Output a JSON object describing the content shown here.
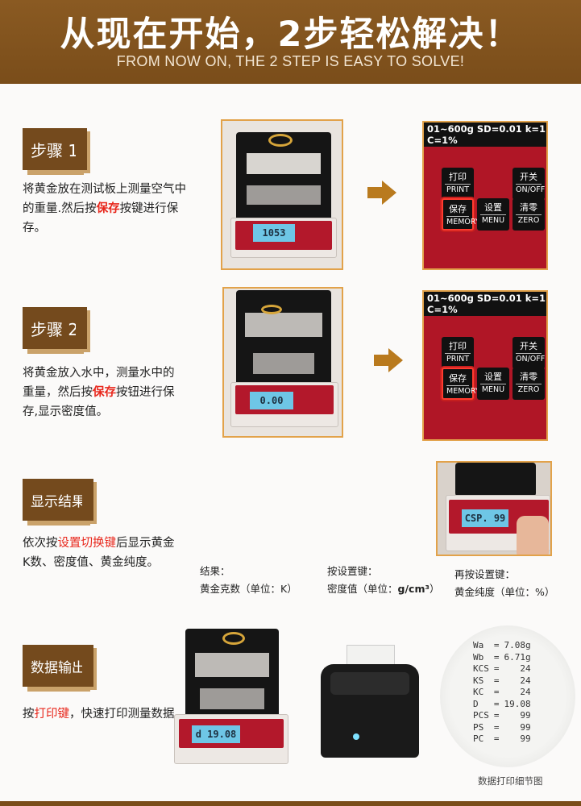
{
  "header": {
    "title": "从现在开始，2步轻松解决！",
    "subtitle": "FROM NOW ON, THE 2 STEP IS EASY TO SOLVE!"
  },
  "step1": {
    "badge": "步骤 1",
    "desc_a": "将黄金放在测试板上测量空气中的重量.然后按",
    "desc_hl": "保存",
    "desc_b": "按键进行保存。",
    "lcd": "1053",
    "keypad": {
      "topbar": "01~600g SD=0.01  k=1  C=1%",
      "keys": [
        {
          "top": "打印",
          "bottom": "PRINT"
        },
        {
          "top": "开关",
          "bottom": "ON/OFF"
        },
        {
          "top": "保存",
          "bottom": "MEMORY"
        },
        {
          "top": "设置",
          "bottom": "MENU"
        },
        {
          "top": "清零",
          "bottom": "ZERO"
        }
      ]
    }
  },
  "step2": {
    "badge": "步骤 2",
    "desc_a": "将黄金放入水中，测量水中的重量，然后按",
    "desc_hl": "保存",
    "desc_b": "按钮进行保存,显示密度值。",
    "lcd": "0.00"
  },
  "result": {
    "badge": "显示结果",
    "desc_a": "依次按",
    "desc_hl": "设置切换键",
    "desc_b": "后显示黄金K数、密度值、黄金纯度。",
    "lcd": "CSP. 99",
    "captions": [
      {
        "line1": "结果：",
        "line2": "黄金克数（单位：K）"
      },
      {
        "line1": "按设置键：",
        "line2_a": "密度值（单位：",
        "line2_b": "g/cm³",
        "line2_c": "）"
      },
      {
        "line1": "再按设置键：",
        "line2": "黄金纯度（单位：%）"
      }
    ]
  },
  "output": {
    "badge": "数据输出",
    "desc_a": "按",
    "desc_hl": "打印键",
    "desc_b": "，快速打印测量数据",
    "lcd": "d 19.08",
    "receipt": [
      {
        "k": "Wa",
        "v": "7.08g"
      },
      {
        "k": "Wb",
        "v": "6.71g"
      },
      {
        "k": "KCS",
        "v": "24"
      },
      {
        "k": "KS",
        "v": "24"
      },
      {
        "k": "KC",
        "v": "24"
      },
      {
        "k": "D",
        "v": "19.08"
      },
      {
        "k": "PCS",
        "v": "99"
      },
      {
        "k": "PS",
        "v": "99"
      },
      {
        "k": "PC",
        "v": "99"
      }
    ],
    "receipt_caption": "数据打印细节图"
  },
  "colors": {
    "brown": "#7a4d1a",
    "accent_red": "#e8271c",
    "arrow": "#b97a1e"
  }
}
